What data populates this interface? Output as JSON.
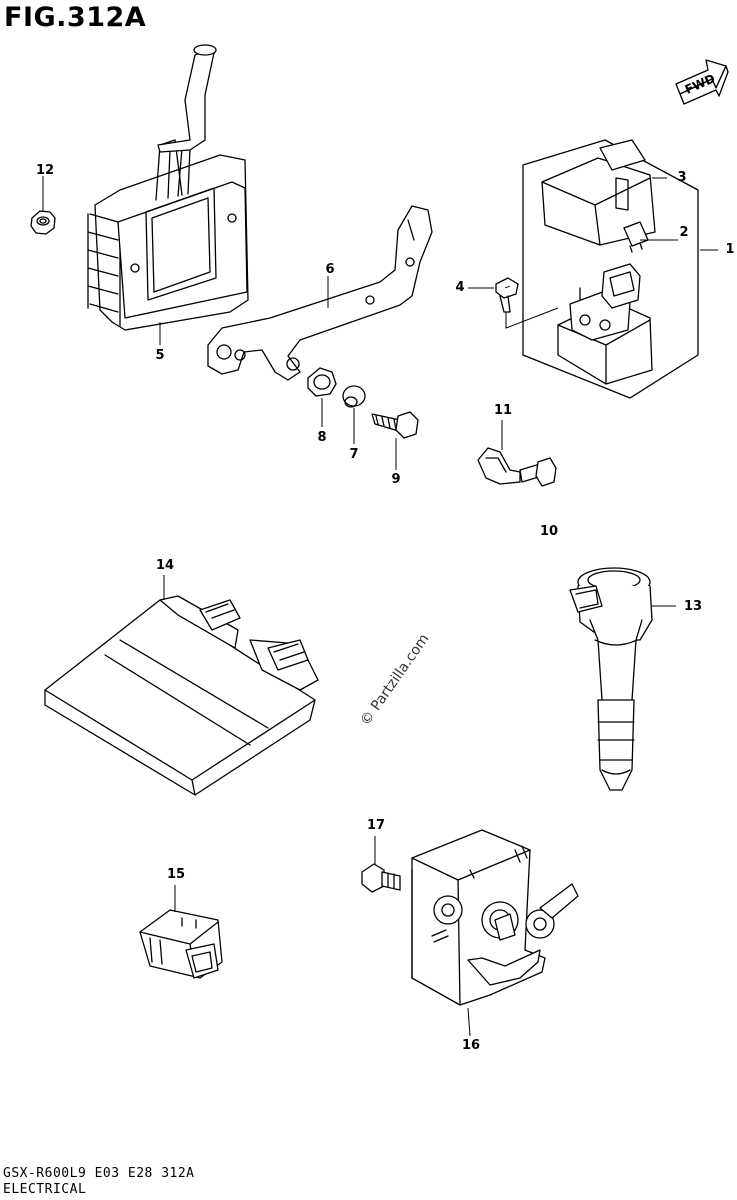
{
  "figure": {
    "title": "FIG.312A",
    "fwd_label": "FWD",
    "watermark": "© Partzilla.com"
  },
  "callouts": [
    "1",
    "2",
    "3",
    "4",
    "5",
    "6",
    "7",
    "8",
    "9",
    "10",
    "11",
    "12",
    "13",
    "14",
    "15",
    "16",
    "17"
  ],
  "footer": {
    "model_line": "GSX-R600L9  E03  E28  312A",
    "section_line": "ELECTRICAL"
  }
}
